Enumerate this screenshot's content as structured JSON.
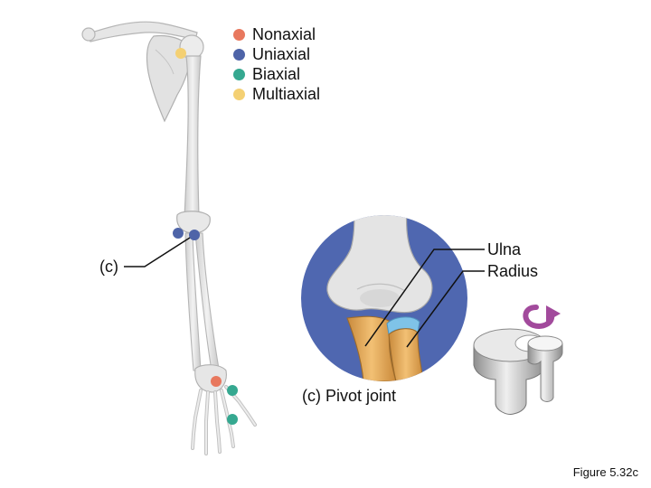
{
  "legend": {
    "items": [
      {
        "label": "Nonaxial",
        "color": "#e8785e"
      },
      {
        "label": "Uniaxial",
        "color": "#4e64a8"
      },
      {
        "label": "Biaxial",
        "color": "#35a890"
      },
      {
        "label": "Multiaxial",
        "color": "#f4d073"
      }
    ]
  },
  "labels": {
    "arm_callout": "(c)",
    "ulna": "Ulna",
    "radius": "Radius",
    "caption": "(c) Pivot joint",
    "figure_number": "Figure 5.32c"
  },
  "colors": {
    "bone": "#e4e4e4",
    "bone_outline": "#b8b8b8",
    "circle_bg": "#4f67b0",
    "forearm_bone": "#e0a654",
    "cartilage": "#7fc3e8",
    "rotation_arrow": "#a24a9c"
  },
  "icons": {
    "rotation": "rotation-arrow-icon"
  }
}
